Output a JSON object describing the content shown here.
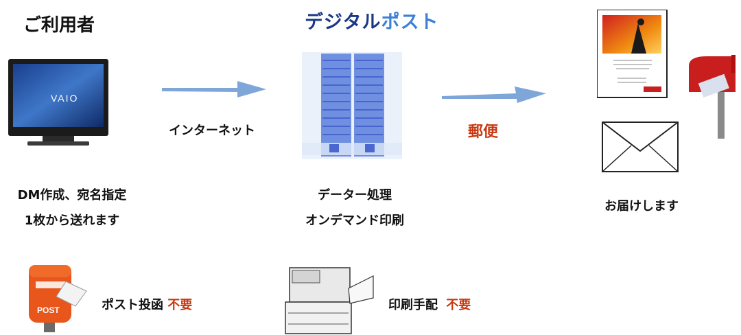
{
  "user_title": "ご利用者",
  "brand": {
    "part1": "デジタル",
    "part2": "ポスト"
  },
  "internet_label": "インターネット",
  "mail_label": "郵便",
  "user_desc": {
    "line1": "DM作成、宛名指定",
    "line2": "1枚から送れます"
  },
  "process_desc": {
    "line1": "データー処理",
    "line2": "オンデマンド印刷"
  },
  "deliver_label": "お届けします",
  "post_box": {
    "label": "ポスト投函",
    "badge": "不要"
  },
  "print_arrange": {
    "label": "印刷手配",
    "badge": "不要"
  },
  "colors": {
    "arrow": "#7fa6d8",
    "accent_red": "#c8370f",
    "brand_dark": "#1a3a86",
    "brand_light": "#3b7fd6"
  }
}
